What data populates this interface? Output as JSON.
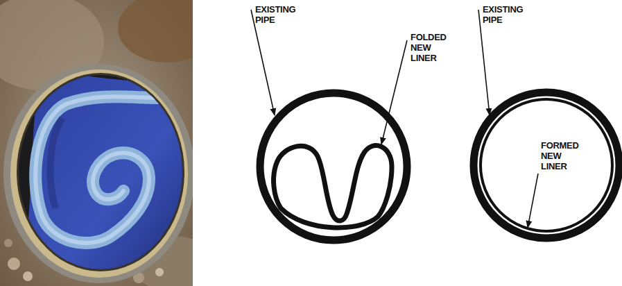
{
  "diagram": {
    "labels": [
      "EXISTING PIPE",
      "FOLDED NEW LINER",
      "EXISTING PIPE",
      "FORMED NEW LINER"
    ]
  }
}
